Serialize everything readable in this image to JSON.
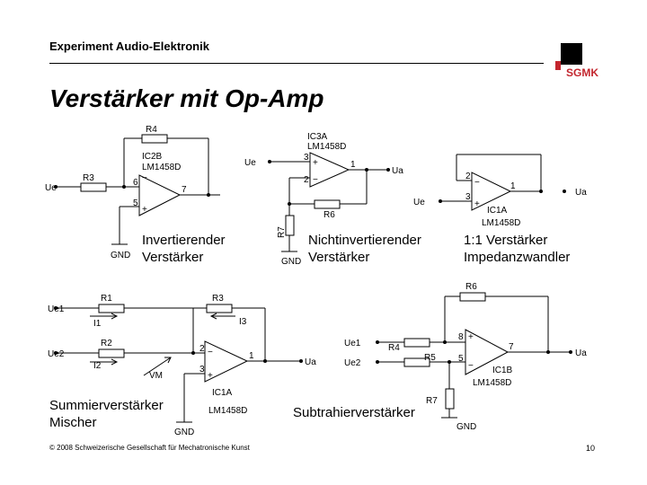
{
  "header": {
    "text": "Experiment Audio-Elektronik",
    "logo_text": "SGMK"
  },
  "title": "Verstärker mit Op-Amp",
  "captions": {
    "inverting": [
      "Invertierender",
      "Verstärker"
    ],
    "noninverting": [
      "Nichtinvertierender",
      "Verstärker"
    ],
    "buffer": [
      "1:1 Verstärker",
      "Impedanzwandler"
    ],
    "summing": [
      "Summierverstärker",
      "Mischer"
    ],
    "subtracting": [
      "Subtrahierverstärker"
    ]
  },
  "circuits": {
    "inverting": {
      "r_in": "R3",
      "r_fb": "R4",
      "ic": "IC2B",
      "part": "LM1458D",
      "input": "Ue",
      "ground": "GND",
      "pin_minus": "6",
      "pin_plus": "5",
      "pin_out": "7"
    },
    "noninverting": {
      "r_fb": "R6",
      "r_gnd": "R7",
      "ic": "IC3A",
      "part": "LM1458D",
      "input": "Ue",
      "output": "Ua",
      "ground": "GND",
      "pin_plus": "3",
      "pin_minus": "2",
      "pin_out": "1"
    },
    "buffer": {
      "ic": "IC1A",
      "part": "LM1458D",
      "input": "Ue",
      "output": "Ua",
      "pin_minus": "2",
      "pin_plus": "3",
      "pin_out": "1"
    },
    "summing": {
      "r1": "R1",
      "r2": "R2",
      "r3": "R3",
      "in1": "Ue1",
      "in2": "Ue2",
      "i1": "I1",
      "i2": "I2",
      "i3": "I3",
      "vm": "VM",
      "ic": "IC1A",
      "part": "LM1458D",
      "output": "Ua",
      "ground": "GND",
      "pin_minus": "2",
      "pin_plus": "3",
      "pin_out": "1"
    },
    "subtracting": {
      "r4": "R4",
      "r5": "R5",
      "r6": "R6",
      "r7": "R7",
      "in1": "Ue1",
      "in2": "Ue2",
      "ic": "IC1B",
      "part": "LM1458D",
      "output": "Ua",
      "ground": "GND",
      "pin_plus": "8",
      "pin_minus": "5",
      "pin_out": "7"
    }
  },
  "footer": {
    "copyright": "© 2008 Schweizerische Gesellschaft für Mechatronische Kunst",
    "page": "10"
  }
}
